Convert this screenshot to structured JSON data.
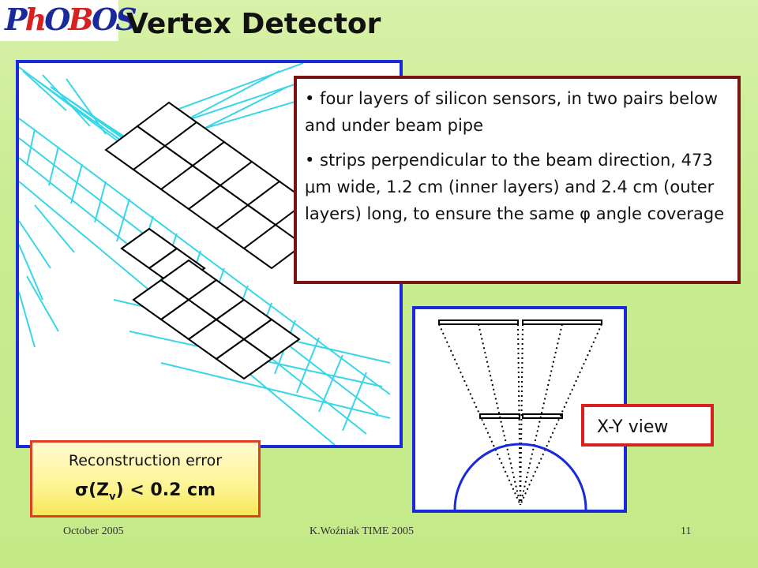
{
  "logo": {
    "text": "PHOBOS"
  },
  "title": "Vertex Detector",
  "bullets": [
    "• four layers of silicon sensors, in two pairs below and under beam pipe",
    "• strips perpendicular to the beam direction, 473 μm wide, 1.2 cm (inner layers) and 2.4 cm (outer  layers) long, to ensure the same φ angle coverage"
  ],
  "xy_label": "X-Y view",
  "reconstruction": {
    "line1": "Reconstruction error",
    "sigma": "σ(Z",
    "sub": "v",
    "tail": ")  < 0.2 cm"
  },
  "footer": {
    "date": "October 2005",
    "author": "K.Woźniak TIME 2005",
    "page": "11"
  },
  "colors": {
    "frame_blue": "#1a2ad8",
    "text_box_border": "#7a1414",
    "cyan_wire": "#38d6e8",
    "reco_border": "#e04020"
  }
}
